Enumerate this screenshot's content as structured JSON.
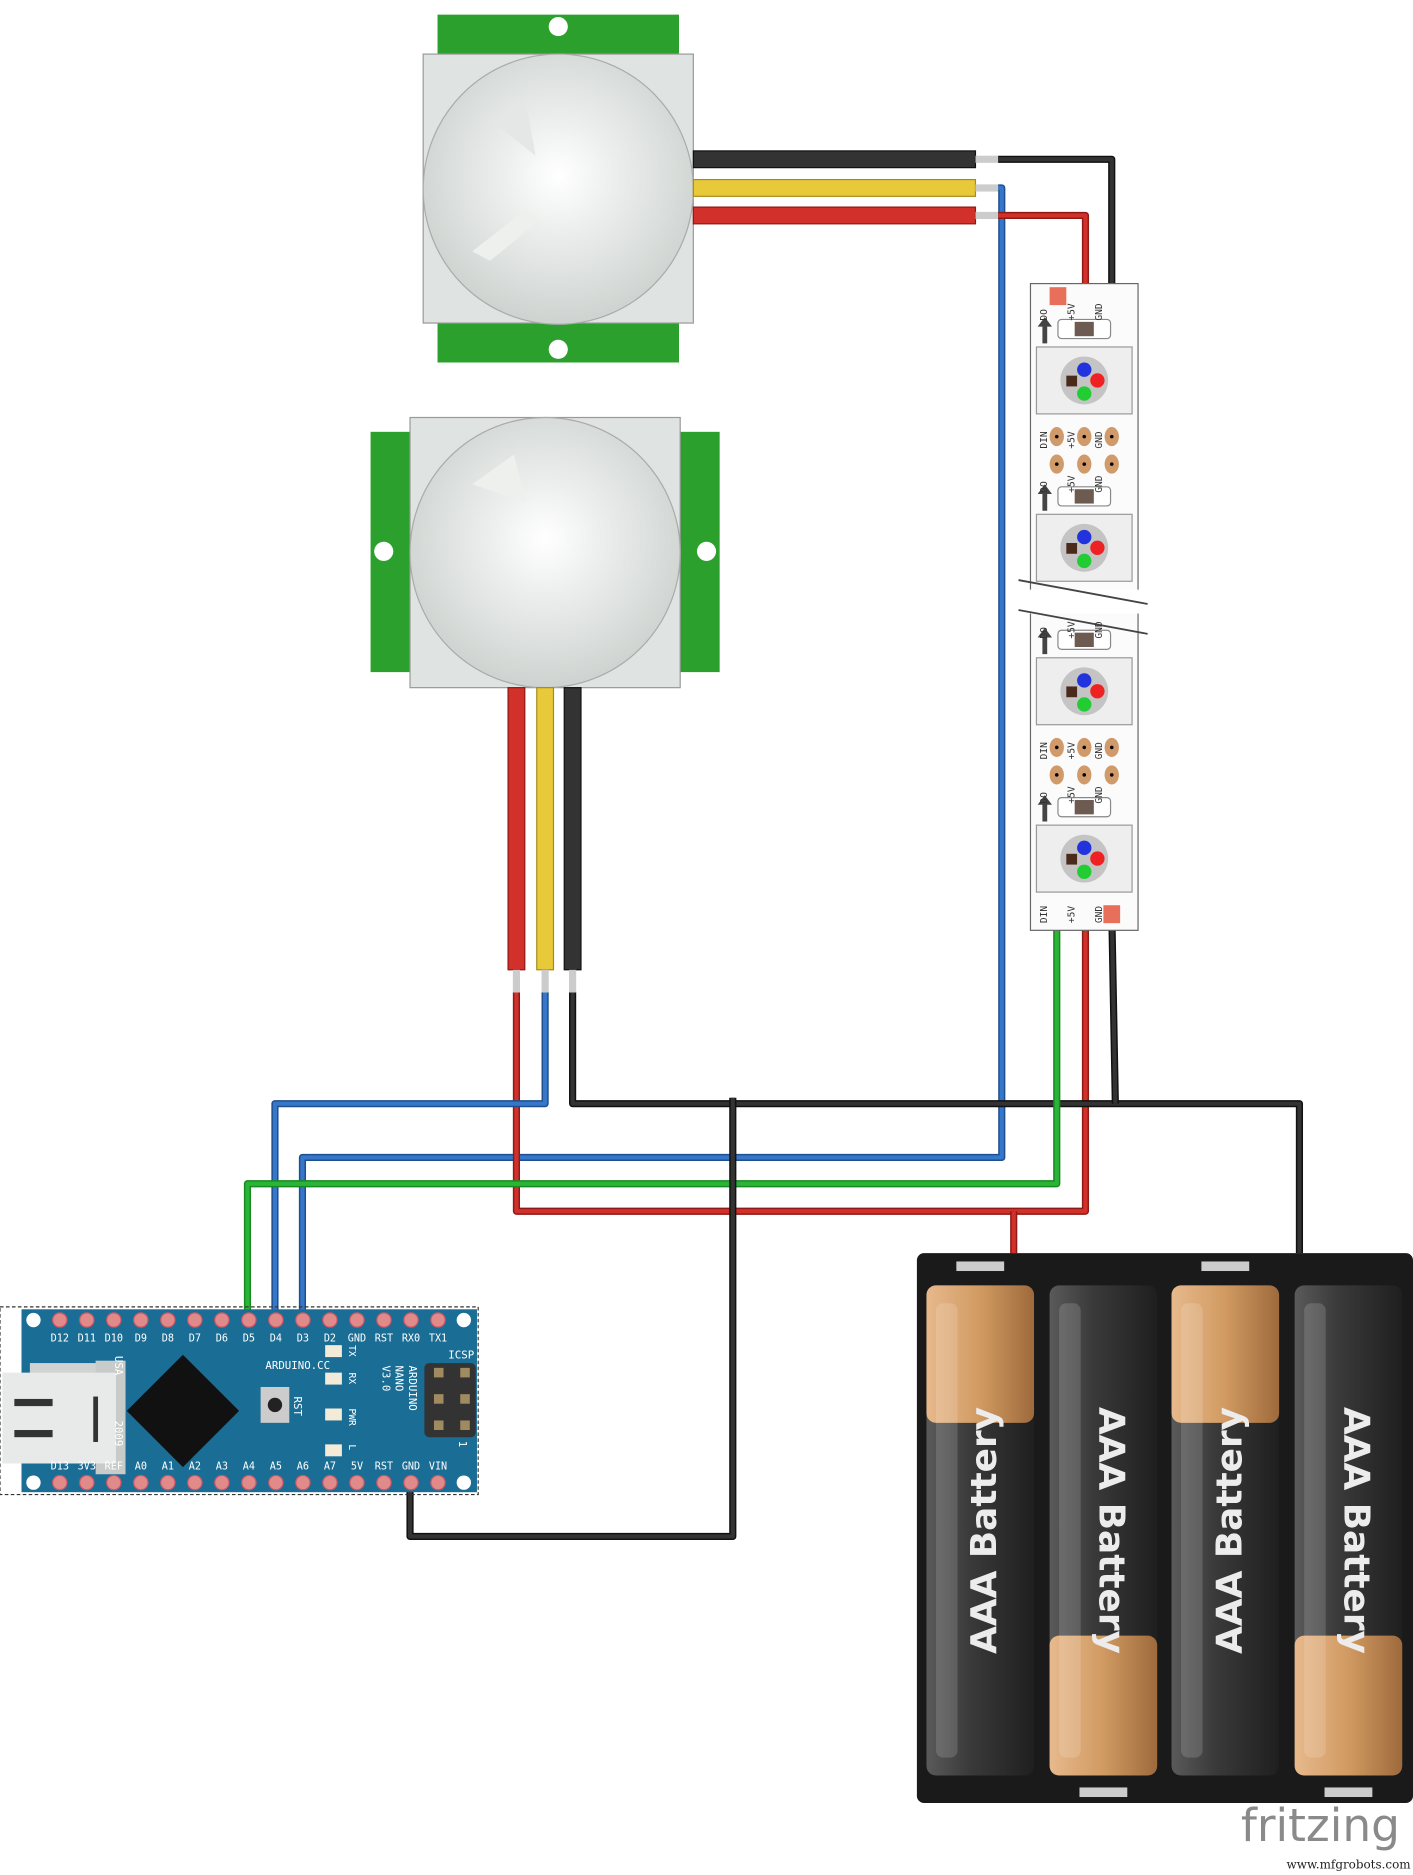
{
  "arduino": {
    "top_pins": [
      "D12",
      "D11",
      "D10",
      "D9",
      "D8",
      "D7",
      "D6",
      "D5",
      "D4",
      "D3",
      "D2",
      "GND",
      "RST",
      "RX0",
      "TX1"
    ],
    "bottom_pins": [
      "D13",
      "3V3",
      "REF",
      "A0",
      "A1",
      "A2",
      "A3",
      "A4",
      "A5",
      "A6",
      "A7",
      "5V",
      "RST",
      "GND",
      "VIN"
    ],
    "brand": "ARDUINO.CC",
    "model_lines": [
      "ARDUINO",
      "NANO",
      "V3.0"
    ],
    "usa": "USA",
    "year": "2009",
    "rst": "RST",
    "leds": [
      "TX",
      "RX",
      "PWR",
      "L"
    ],
    "icsp": "ICSP",
    "icsp_pin1": "1"
  },
  "led_strip": {
    "in_labels": [
      "DIN",
      "+5V",
      "GND"
    ],
    "out_labels": [
      "DO",
      "+5V",
      "GND"
    ],
    "led_colors": [
      "#2233dd",
      "#ee2222",
      "#22cc33"
    ]
  },
  "batteries": {
    "label": "AAA Battery",
    "count": 4
  },
  "watermark": {
    "logo": "fritzing",
    "site": "www.mfgrobots.com"
  },
  "wire_colors": {
    "red": "#d1312a",
    "yellow": "#e8c93a",
    "black": "#333333",
    "blue": "#3677c9",
    "green": "#2bb536"
  }
}
